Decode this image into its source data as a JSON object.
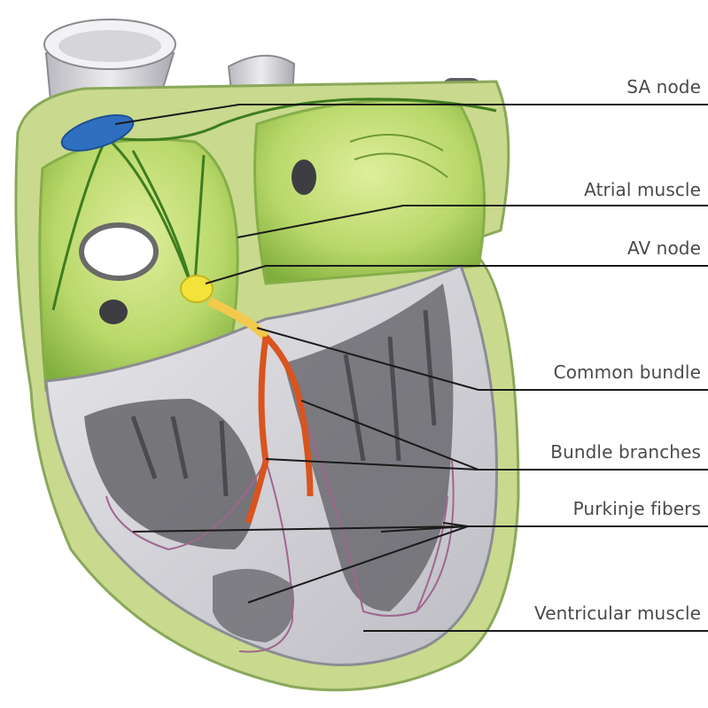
{
  "diagram": {
    "labels": [
      {
        "id": "sa-node",
        "text": "SA node"
      },
      {
        "id": "atrial-muscle",
        "text": "Atrial muscle"
      },
      {
        "id": "av-node",
        "text": "AV node"
      },
      {
        "id": "common-bundle",
        "text": "Common bundle"
      },
      {
        "id": "bundle-branches",
        "text": "Bundle branches"
      },
      {
        "id": "purkinje-fibers",
        "text": "Purkinje fibers"
      },
      {
        "id": "ventricular-muscle",
        "text": "Ventricular muscle"
      }
    ],
    "colors": {
      "conduction_green": "#5f9e2f",
      "atrial_light": "#c8e07a",
      "sa_node_blue": "#2f6fc0",
      "av_node_yellow": "#f2e23a",
      "bundle_orange": "#d9541e",
      "ventricle_gray": "#d4d4d8",
      "purkinje_purple": "#a0668e",
      "leader_line": "#1a1a1a"
    }
  }
}
